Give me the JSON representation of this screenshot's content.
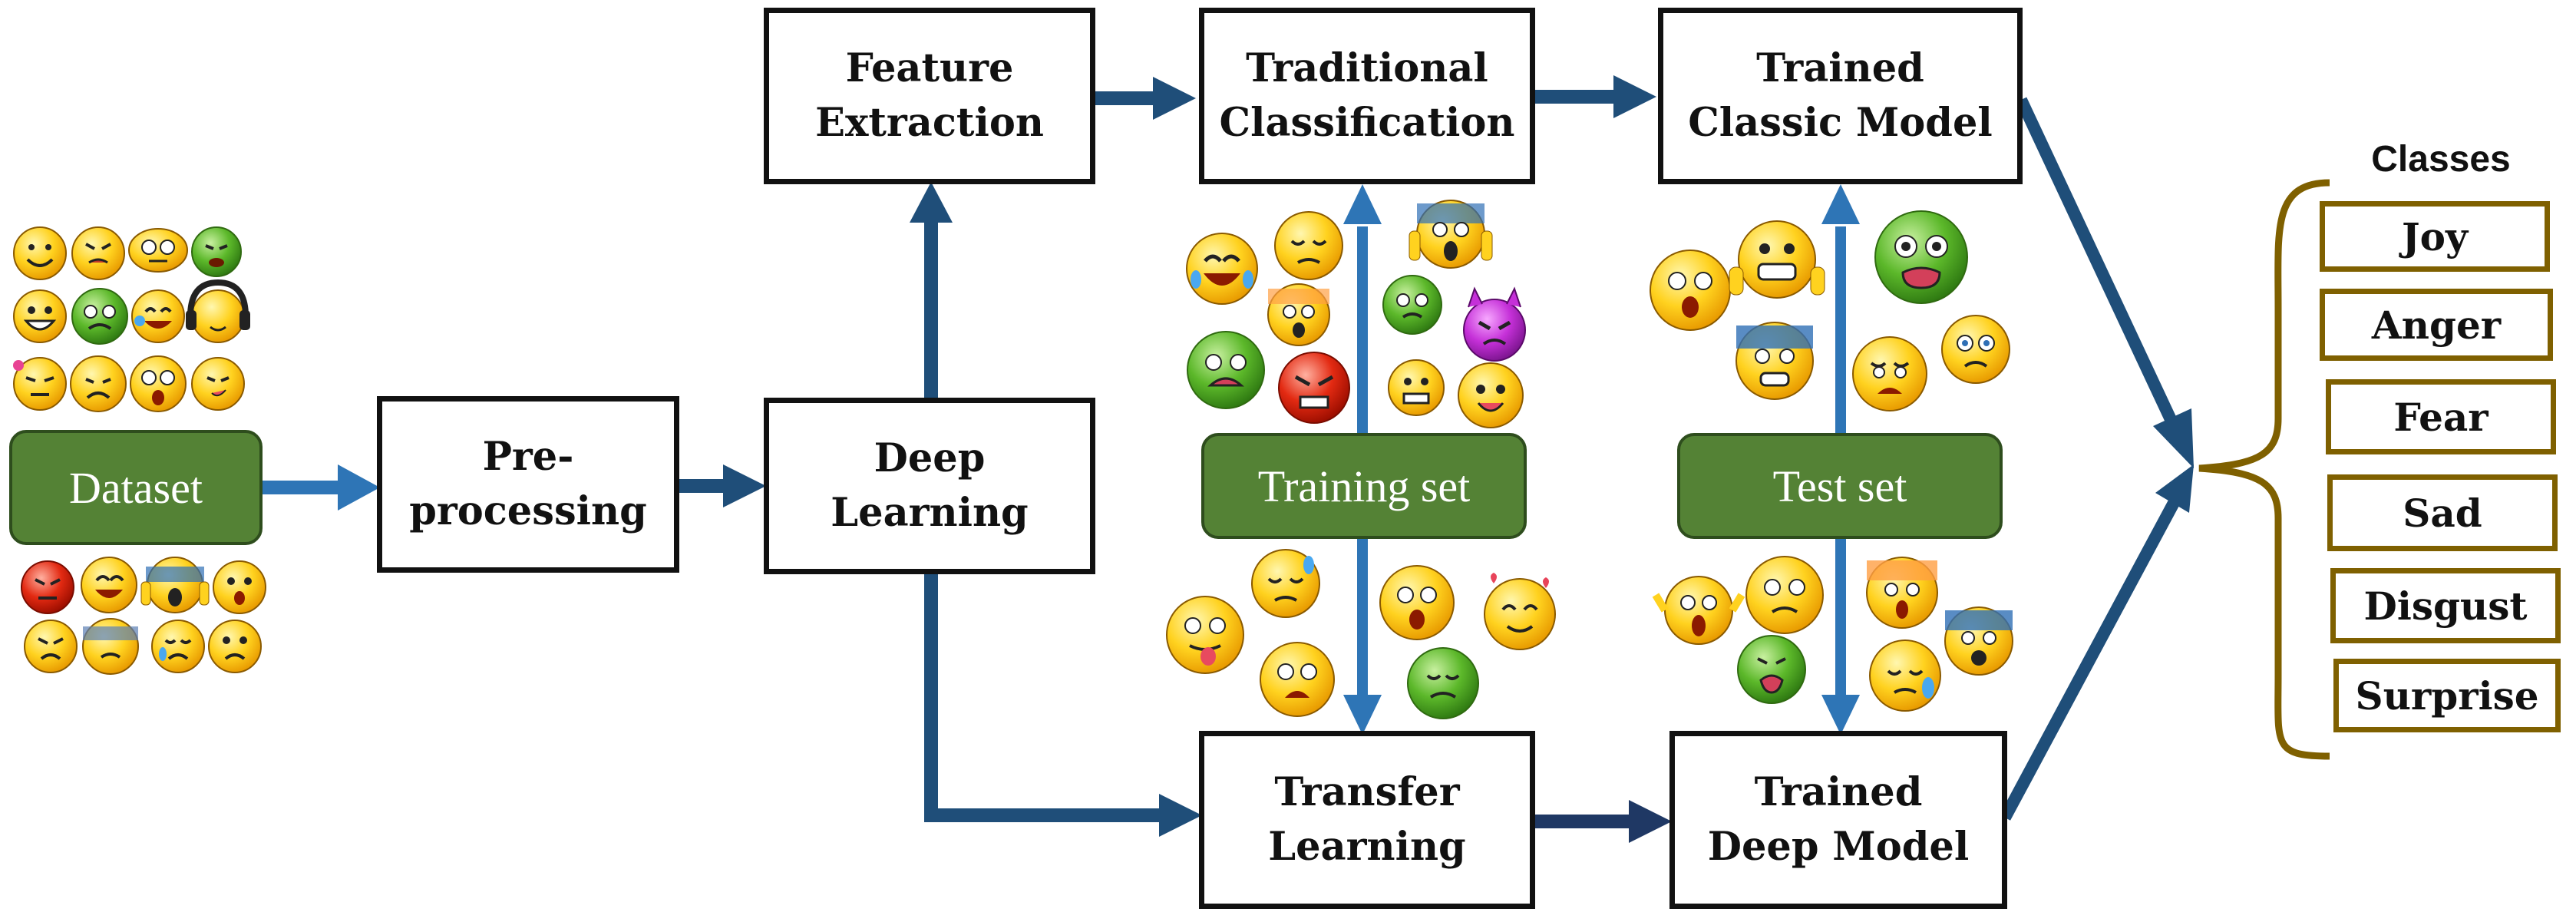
{
  "nodes": {
    "dataset": "Dataset",
    "preprocessing": "Pre-\nprocessing",
    "deep_learning": "Deep\nLearning",
    "feature_extraction": "Feature\nExtraction",
    "traditional_classification": "Traditional\nClassification",
    "trained_classic_model": "Trained\nClassic Model",
    "transfer_learning": "Transfer\nLearning",
    "trained_deep_model": "Trained\nDeep Model",
    "training_set": "Training set",
    "test_set": "Test set"
  },
  "classes": {
    "title": "Classes",
    "items": [
      "Joy",
      "Anger",
      "Fear",
      "Sad",
      "Disgust",
      "Surprise"
    ]
  },
  "colors": {
    "arrow_dark": "#1f4e79",
    "arrow_light": "#2e75b6",
    "set_green": "#548235",
    "brace_gold": "#7f6000"
  }
}
